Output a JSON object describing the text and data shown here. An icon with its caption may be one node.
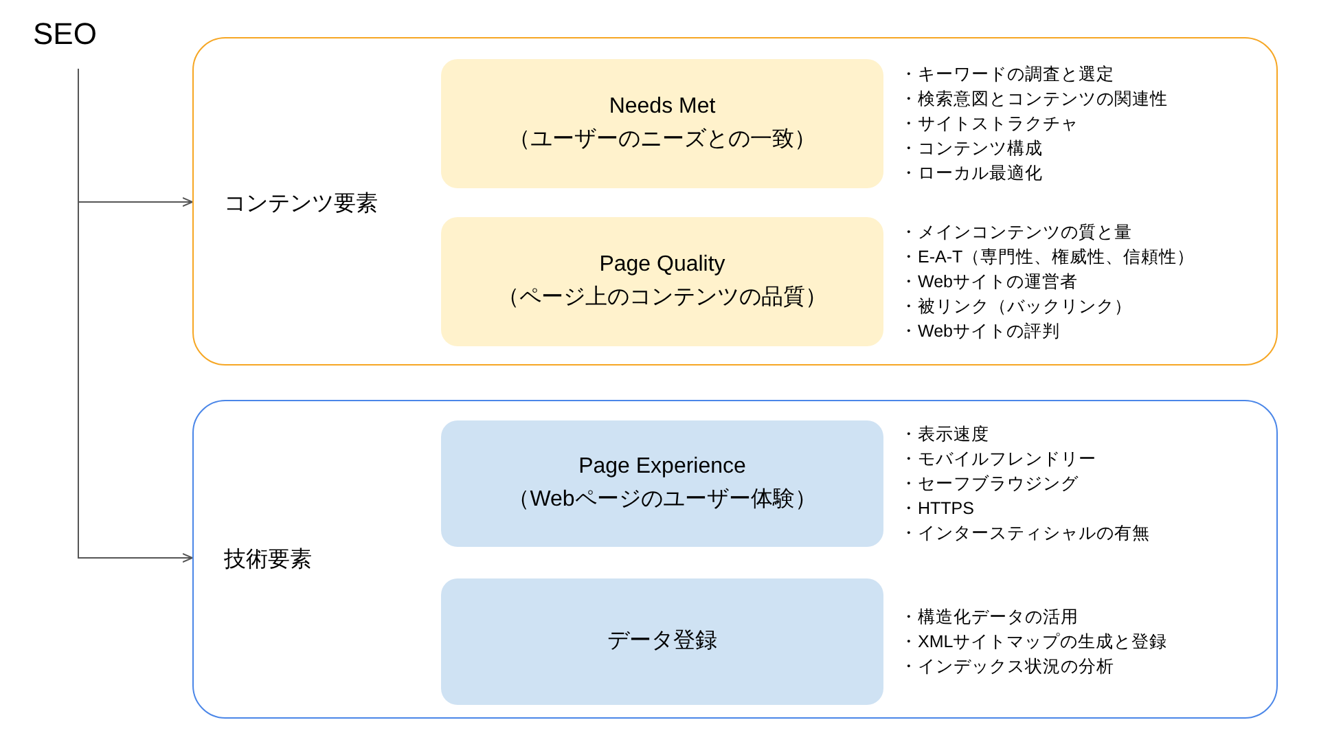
{
  "diagram": {
    "nodes": [
      {
        "text": [
          "SEO"
        ]
      },
      {
        "text": [
          "コンテンツ要素"
        ]
      },
      {
        "text": [
          "Needs Met",
          "（ユーザーのニーズとの一致）"
        ],
        "in": 1,
        "beside": [
          "・キーワードの調査と選定",
          "・検索意図とコンテンツの関連性",
          "・サイトストラクチャ",
          "・コンテンツ構成",
          "・ローカル最適化"
        ]
      },
      {
        "text": [
          "Page Quality",
          "（ページ上のコンテンツの品質）"
        ],
        "in": 1,
        "beside": [
          "・メインコンテンツの質と量",
          "・E-A-T（専門性、権威性、信頼性）",
          "・Webサイトの運営者",
          "・被リンク（バックリンク）",
          "・Webサイトの評判"
        ]
      },
      {
        "text": [
          "技術要素"
        ]
      },
      {
        "text": [
          "Page Experience",
          "（Webページのユーザー体験）"
        ],
        "in": 4,
        "beside": [
          "・表示速度",
          "・モバイルフレンドリー",
          "・セーフブラウジング",
          "・HTTPS",
          "・インタースティシャルの有無"
        ]
      },
      {
        "text": [
          "データ登録"
        ],
        "in": 4,
        "beside": [
          "・構造化データの活用",
          "・XMLサイトマップの生成と登録",
          "・インデックス状況の分析"
        ]
      }
    ],
    "edges": [
      {
        "from": 0,
        "to": 1,
        "arrow": "to"
      },
      {
        "from": 0,
        "to": 4,
        "arrow": "to"
      }
    ]
  }
}
